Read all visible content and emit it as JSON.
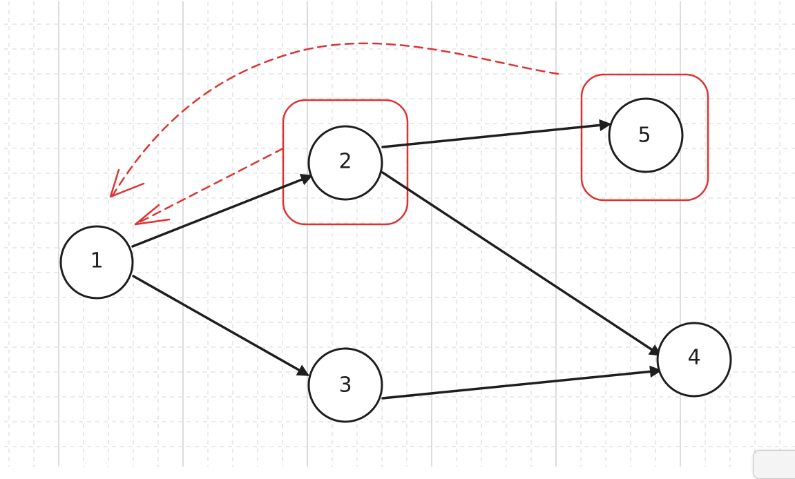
{
  "colors": {
    "stroke": "#1e1e1e",
    "highlight": "#e03131",
    "grid_major": "#d0d0d0",
    "grid_minor": "#e3e3e3"
  },
  "nodes": [
    {
      "id": "1",
      "label": "1"
    },
    {
      "id": "2",
      "label": "2"
    },
    {
      "id": "3",
      "label": "3"
    },
    {
      "id": "4",
      "label": "4"
    },
    {
      "id": "5",
      "label": "5"
    }
  ],
  "edges": [
    {
      "from": "1",
      "to": "2",
      "style": "solid"
    },
    {
      "from": "1",
      "to": "3",
      "style": "solid"
    },
    {
      "from": "2",
      "to": "5",
      "style": "solid"
    },
    {
      "from": "2",
      "to": "4",
      "style": "solid"
    },
    {
      "from": "3",
      "to": "4",
      "style": "solid"
    },
    {
      "from": "2",
      "to": "1",
      "style": "dashed-red"
    },
    {
      "from": "5",
      "to": "1",
      "style": "dashed-red"
    }
  ],
  "highlighted_nodes": [
    "2",
    "5"
  ]
}
